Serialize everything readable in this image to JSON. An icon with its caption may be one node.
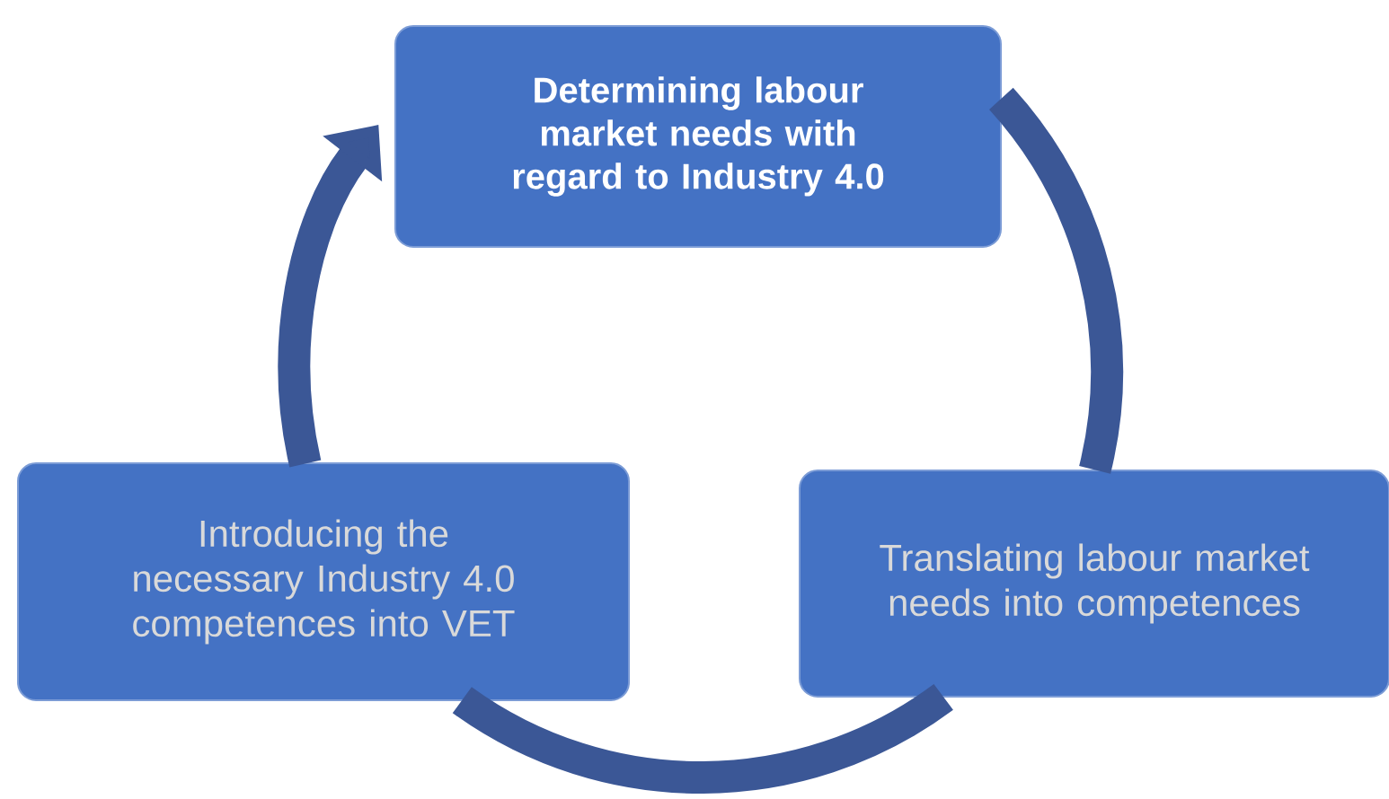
{
  "diagram": {
    "nodes": [
      {
        "text": [
          "Determining labour market needs with regard to Industry 4.0"
        ]
      },
      {
        "text": [
          "Translating labour market needs into competences"
        ]
      },
      {
        "text": [
          "Introducing the necessary Industry 4.0 competences into VET"
        ]
      }
    ],
    "edges": [
      {
        "from": 0,
        "to": 1,
        "arrow": "none"
      },
      {
        "from": 1,
        "to": 2,
        "arrow": "none"
      },
      {
        "from": 2,
        "to": 0,
        "arrow": "to"
      }
    ]
  }
}
